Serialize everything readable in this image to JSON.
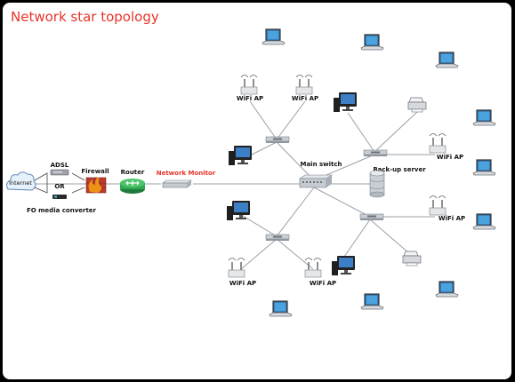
{
  "title": "Network star topology",
  "labels": {
    "internet": "Internet",
    "adsl": "ADSL",
    "or": "OR",
    "fo_converter": "FO media converter",
    "firewall": "Firewall",
    "router": "Router",
    "network_monitor": "Network Monitor",
    "main_switch": "Main switch",
    "backup_server": "Back-up server",
    "wifi_ap": "WiFi AP"
  },
  "colors": {
    "title": "#e8342a",
    "monitor_label": "#e8342a",
    "router": "#2fa84f",
    "firewall": "#c0392b",
    "link": "#9aa0a6"
  },
  "icons": [
    "cloud-icon",
    "modem-icon",
    "firewall-icon",
    "router-icon",
    "switch-icon",
    "server-icon",
    "laptop-icon",
    "desktop-icon",
    "printer-icon",
    "wifi-ap-icon"
  ]
}
